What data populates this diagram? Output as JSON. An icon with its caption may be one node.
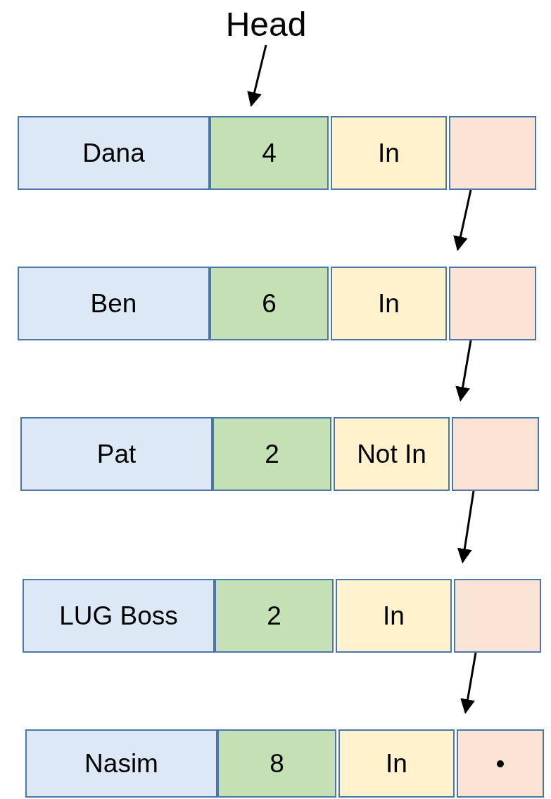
{
  "diagram": {
    "nodes": [
      {
        "text": [
          "Head"
        ]
      },
      {
        "text": [
          "Dana"
        ]
      },
      {
        "text": [
          "4"
        ]
      },
      {
        "text": [
          "In"
        ]
      },
      {
        "text": [],
        "shape": "box"
      },
      {
        "text": [
          "Ben"
        ]
      },
      {
        "text": [
          "6"
        ]
      },
      {
        "text": [
          "In"
        ]
      },
      {
        "text": [],
        "shape": "box"
      },
      {
        "text": [
          "Pat"
        ]
      },
      {
        "text": [
          "2"
        ]
      },
      {
        "text": [
          "Not In"
        ]
      },
      {
        "text": [],
        "shape": "box"
      },
      {
        "text": [
          "LUG Boss"
        ]
      },
      {
        "text": [
          "2"
        ]
      },
      {
        "text": [
          "In"
        ]
      },
      {
        "text": [],
        "shape": "box"
      },
      {
        "text": [
          "Nasim"
        ]
      },
      {
        "text": [
          "8"
        ]
      },
      {
        "text": [
          "In"
        ]
      },
      {
        "text": [
          "•"
        ]
      }
    ],
    "edges": [
      {
        "from": 0,
        "to": 2,
        "arrow": "to"
      },
      {
        "from": 4,
        "to": 8,
        "arrow": "to"
      },
      {
        "from": 8,
        "to": 12,
        "arrow": "to"
      },
      {
        "from": 12,
        "to": 16,
        "arrow": "to"
      },
      {
        "from": 16,
        "to": 20,
        "arrow": "to"
      }
    ]
  }
}
